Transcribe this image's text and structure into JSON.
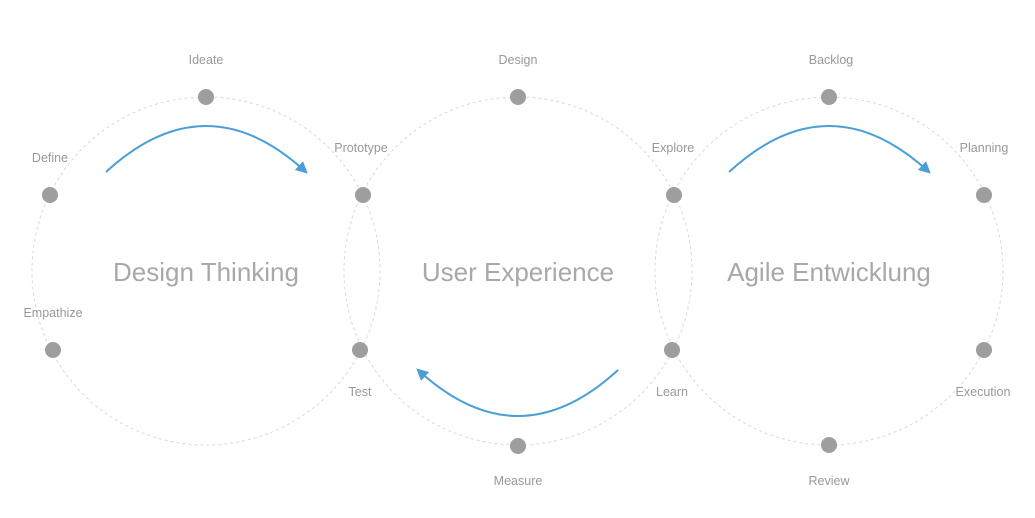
{
  "colors": {
    "ring": "#d9d9d9",
    "node": "#9e9e9e",
    "label": "#999999",
    "title": "#a8a8a8",
    "arrow": "#4a9fd6"
  },
  "cycles": [
    {
      "title": "Design Thinking",
      "nodes": [
        "Ideate",
        "Prototype",
        "Test",
        "Empathize",
        "Define"
      ]
    },
    {
      "title": "User Experience",
      "nodes": [
        "Design",
        "Explore",
        "Learn",
        "Measure",
        "Test",
        "Prototype"
      ]
    },
    {
      "title": "Agile Entwicklung",
      "nodes": [
        "Backlog",
        "Planning",
        "Execution",
        "Review",
        "Learn",
        "Explore"
      ]
    }
  ]
}
